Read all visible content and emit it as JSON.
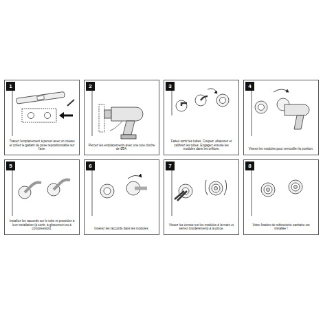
{
  "diagram": {
    "nodes": [
      {
        "text": [
          "Tracez l'emplacement à percer avec un niveau et collez le gabarit de pose repositionnable sur l'axe."
        ]
      },
      {
        "text": [
          "1"
        ],
        "in": 0
      },
      {
        "text": [
          "Percez les emplacements avec une scie cloche de Ø54."
        ]
      },
      {
        "text": [
          "2"
        ],
        "in": 2
      },
      {
        "text": [
          "Faites sortir les tubes. Coupez, ébavurez et calibrez les tubes. Engagez ensuite les modules dans les orifices."
        ]
      },
      {
        "text": [
          "3"
        ],
        "in": 4
      },
      {
        "text": [
          "Vissez les modules pour verrouiller la position."
        ]
      },
      {
        "text": [
          "4"
        ],
        "in": 6
      },
      {
        "text": [
          "Installez les raccords sur le tube et procédez à leur installation (à sertir, à glissement ou à compression)."
        ]
      },
      {
        "text": [
          "5"
        ],
        "in": 8
      },
      {
        "text": [
          "Insérez les raccords dans les modules."
        ]
      },
      {
        "text": [
          "6"
        ],
        "in": 10
      },
      {
        "text": [
          "Vissez les écrous sur les modules à la main et serrez (modérément) à la pince."
        ]
      },
      {
        "text": [
          "7"
        ],
        "in": 12
      },
      {
        "text": [
          "Votre fixation de robinetterie sanitaire est installée !"
        ]
      },
      {
        "text": [
          "8"
        ],
        "in": 14
      }
    ]
  }
}
